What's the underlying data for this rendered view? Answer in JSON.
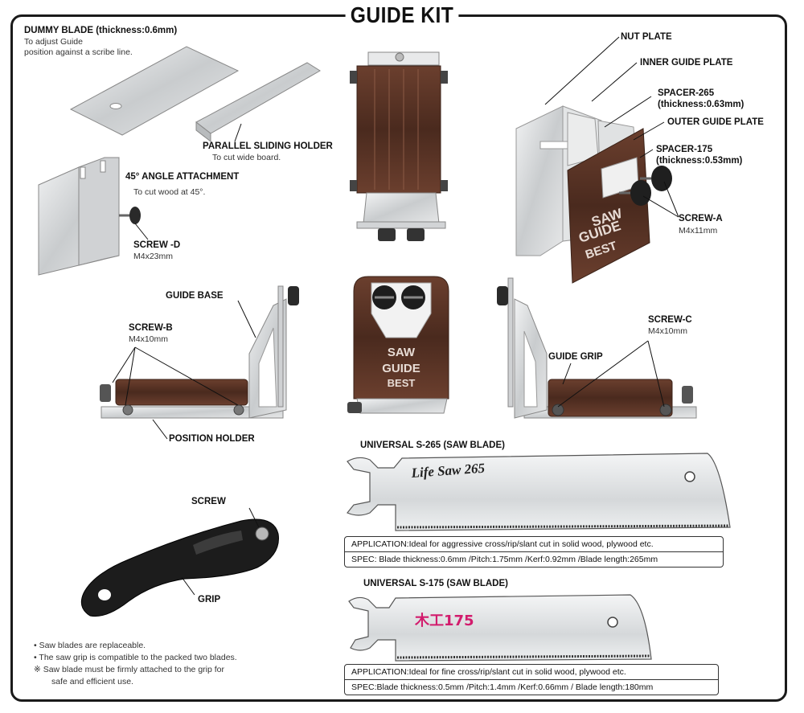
{
  "title": "GUIDE KIT",
  "dummy_blade": {
    "label": "DUMMY BLADE (thickness:0.6mm)",
    "desc1": "To adjust Guide",
    "desc2": "position against a scribe line."
  },
  "parallel_holder": {
    "label": "PARALLEL SLIDING HOLDER",
    "desc": "To cut wide board."
  },
  "angle_attachment": {
    "label": "45° ANGLE ATTACHMENT",
    "desc": "To cut wood at 45°."
  },
  "screw_d": {
    "label": "SCREW -D",
    "spec": "M4x23mm"
  },
  "nut_plate": "NUT PLATE",
  "inner_guide_plate": "INNER GUIDE PLATE",
  "spacer_265": {
    "label": "SPACER-265",
    "spec": "(thickness:0.63mm)"
  },
  "outer_guide_plate": "OUTER GUIDE PLATE",
  "spacer_175": {
    "label": "SPACER-175",
    "spec": "(thickness:0.53mm)"
  },
  "screw_a": {
    "label": "SCREW-A",
    "spec": "M4x11mm"
  },
  "guide_base": "GUIDE BASE",
  "screw_b": {
    "label": "SCREW-B",
    "spec": "M4x10mm"
  },
  "screw_c": {
    "label": "SCREW-C",
    "spec": "M4x10mm"
  },
  "guide_grip": "GUIDE GRIP",
  "position_holder": "POSITION HOLDER",
  "plate_logo": [
    "SAW",
    "GUIDE",
    "BEST"
  ],
  "blade_265": {
    "label": "UNIVERSAL S-265 (SAW BLADE)",
    "logo": "Life Saw 265",
    "application": "APPLICATION:Ideal for aggressive cross/rip/slant cut in solid wood, plywood etc.",
    "spec": "SPEC: Blade thickness:0.6mm /Pitch:1.75mm /Kerf:0.92mm /Blade length:265mm"
  },
  "blade_175": {
    "label": "UNIVERSAL S-175 (SAW BLADE)",
    "logo": "木工175",
    "application": "APPLICATION:Ideal for fine cross/rip/slant cut in solid wood, plywood etc.",
    "spec": "SPEC:Blade thickness:0.5mm /Pitch:1.4mm /Kerf:0.66mm / Blade length:180mm"
  },
  "screw": "SCREW",
  "grip": "GRIP",
  "notes": [
    "• Saw blades are replaceable.",
    "• The saw grip is compatible to the packed two blades.",
    "※  Saw blade must be firmly attached to the grip for",
    "safe and efficient use."
  ],
  "colors": {
    "brown": "#5a3426",
    "steel": "#d9dbdd",
    "line": "#111111"
  }
}
